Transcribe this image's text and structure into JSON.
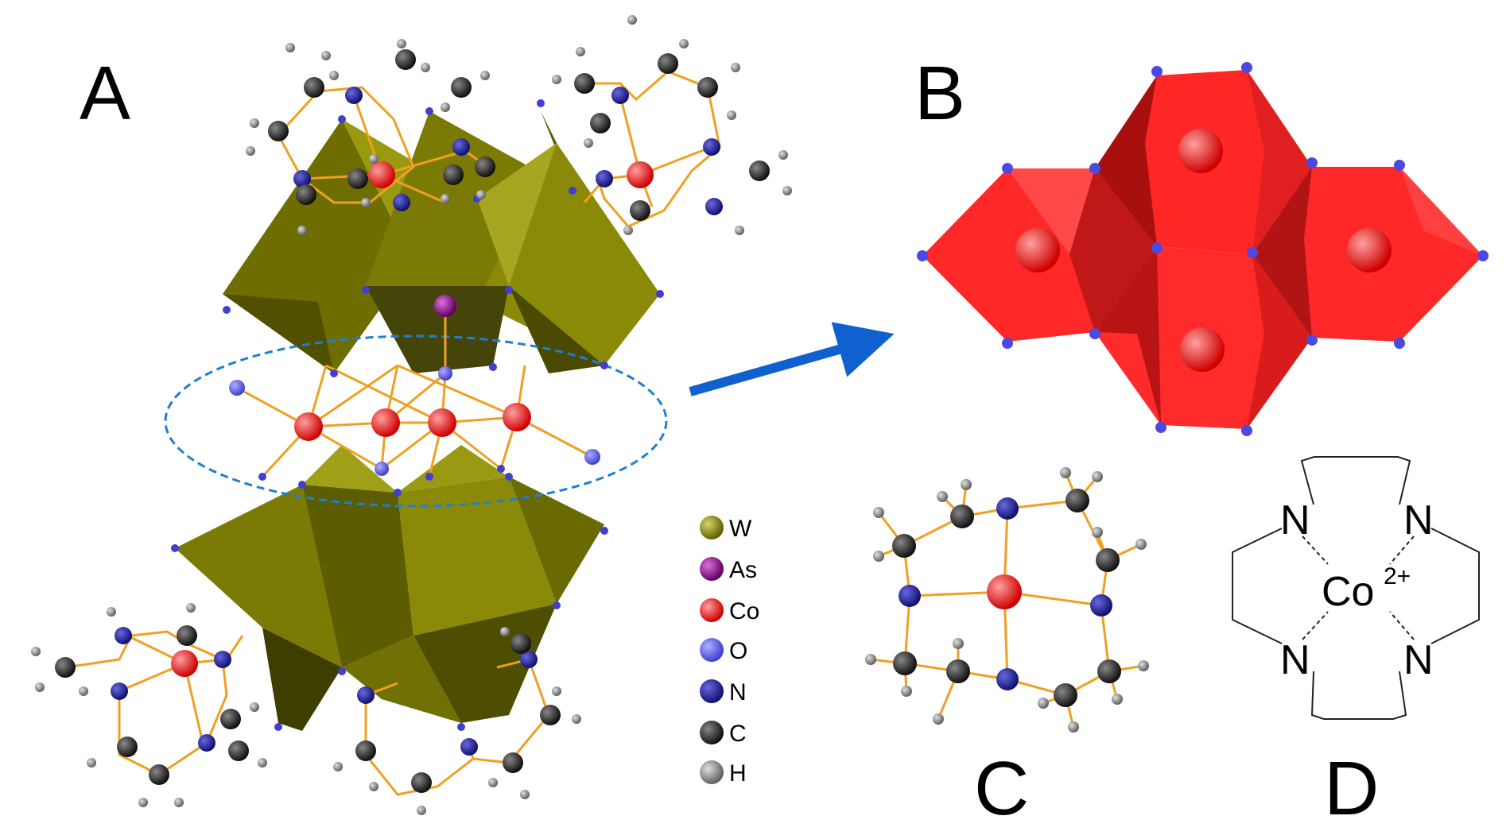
{
  "panels": {
    "a": "A",
    "b": "B",
    "c": "C",
    "d": "D"
  },
  "legend": [
    {
      "label": "W",
      "color": "#808000"
    },
    {
      "label": "As",
      "color": "#8b0f8b"
    },
    {
      "label": "Co",
      "color": "#ff1010"
    },
    {
      "label": "O",
      "color": "#5a5ae8"
    },
    {
      "label": "N",
      "color": "#1c1c9c"
    },
    {
      "label": "C",
      "color": "#222222"
    },
    {
      "label": "H",
      "color": "#8c8c8c"
    }
  ],
  "structure_d": {
    "n_top_left": "N",
    "n_top_right": "N",
    "n_bottom_left": "N",
    "n_bottom_right": "N",
    "metal": "Co",
    "charge": "2+"
  },
  "colors": {
    "tungsten_polyhedra": "#80800a",
    "cobalt_polyhedra": "#ff2222",
    "bond": "#f0a020",
    "arrow": "#1060d0",
    "ellipse": "#1f7fd0"
  }
}
